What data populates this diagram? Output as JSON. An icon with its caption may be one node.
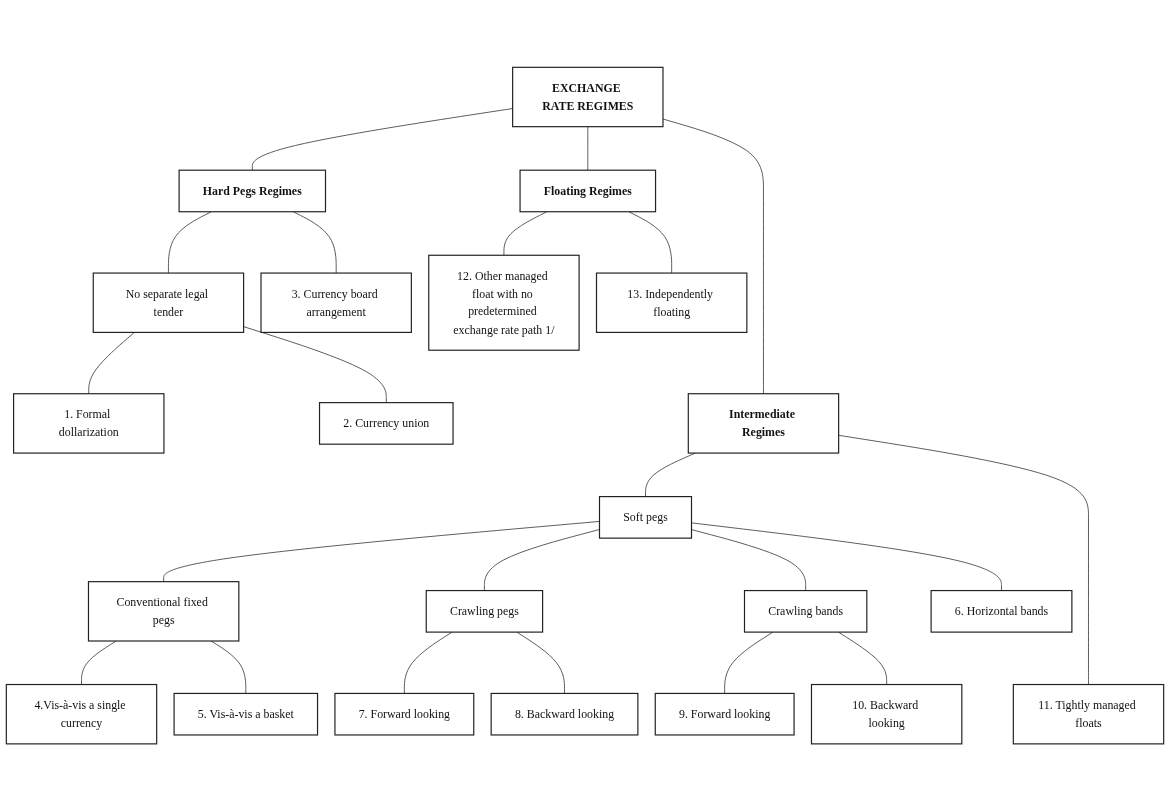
{
  "diagram": {
    "nodes": [
      {
        "text": [
          "EXCHANGE RATE REGIMES"
        ]
      },
      {
        "text": [
          "Hard Pegs Regimes"
        ]
      },
      {
        "text": [
          "Floating Regimes"
        ]
      },
      {
        "text": [
          "No separate legal tender"
        ]
      },
      {
        "text": [
          "1. Formal dollarization"
        ]
      },
      {
        "text": [
          "2. Currency union"
        ]
      },
      {
        "text": [
          "3. Currency board arrangement"
        ]
      },
      {
        "text": [
          "12. Other managed float with no predetermined exchange rate path 1/"
        ]
      },
      {
        "text": [
          "13. Independently floating"
        ]
      },
      {
        "text": [
          "Intermediate Regimes"
        ]
      },
      {
        "text": [
          "Soft pegs"
        ]
      },
      {
        "text": [
          "Conventional fixed pegs"
        ]
      },
      {
        "text": [
          "Crawling pegs"
        ]
      },
      {
        "text": [
          "Crawling bands"
        ]
      },
      {
        "text": [
          "4.Vis-à-vis a single currency"
        ]
      },
      {
        "text": [
          "5. Vis-à-vis a basket"
        ]
      },
      {
        "text": [
          "6. Horizontal bands"
        ]
      },
      {
        "text": [
          "7. Forward looking"
        ]
      },
      {
        "text": [
          "8. Backward looking"
        ]
      },
      {
        "text": [
          "9. Forward looking"
        ]
      },
      {
        "text": [
          "10. Backward looking"
        ]
      },
      {
        "text": [
          "11. Tightly managed floats"
        ]
      }
    ],
    "edges": [
      {
        "from": 0,
        "to": 1,
        "arrow": "none"
      },
      {
        "from": 0,
        "to": 9,
        "arrow": "none"
      },
      {
        "from": 0,
        "to": 2,
        "arrow": "none"
      },
      {
        "from": 1,
        "to": 3,
        "arrow": "none"
      },
      {
        "from": 1,
        "to": 6,
        "arrow": "none"
      },
      {
        "from": 3,
        "to": 4,
        "arrow": "none"
      },
      {
        "from": 3,
        "to": 5,
        "arrow": "none"
      },
      {
        "from": 2,
        "to": 7,
        "arrow": "none"
      },
      {
        "from": 2,
        "to": 8,
        "arrow": "none"
      },
      {
        "from": 9,
        "to": 10,
        "arrow": "none"
      },
      {
        "from": 9,
        "to": 21,
        "arrow": "none"
      },
      {
        "from": 10,
        "to": 11,
        "arrow": "none"
      },
      {
        "from": 10,
        "to": 16,
        "arrow": "none"
      },
      {
        "from": 10,
        "to": 12,
        "arrow": "none"
      },
      {
        "from": 10,
        "to": 13,
        "arrow": "none"
      },
      {
        "from": 11,
        "to": 14,
        "arrow": "none"
      },
      {
        "from": 11,
        "to": 15,
        "arrow": "none"
      },
      {
        "from": 12,
        "to": 17,
        "arrow": "none"
      },
      {
        "from": 12,
        "to": 18,
        "arrow": "none"
      },
      {
        "from": 13,
        "to": 19,
        "arrow": "none"
      },
      {
        "from": 13,
        "to": 20,
        "arrow": "none"
      }
    ]
  }
}
